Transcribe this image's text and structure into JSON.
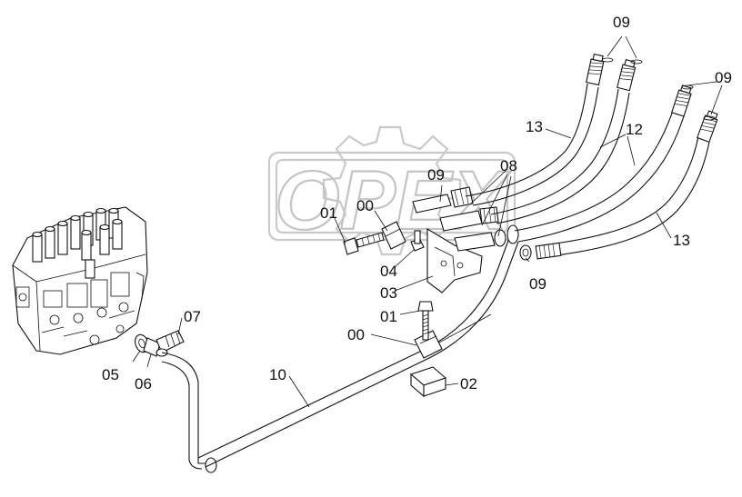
{
  "watermark": {
    "text": "OPEX"
  },
  "callouts": [
    {
      "id": "c-09-top",
      "text": "09"
    },
    {
      "id": "c-09-right",
      "text": "09"
    },
    {
      "id": "c-13-top",
      "text": "13"
    },
    {
      "id": "c-12",
      "text": "12"
    },
    {
      "id": "c-13-right",
      "text": "13"
    },
    {
      "id": "c-09-mid",
      "text": "09"
    },
    {
      "id": "c-08",
      "text": "08"
    },
    {
      "id": "c-00-upper",
      "text": "00"
    },
    {
      "id": "c-01-upper",
      "text": "01"
    },
    {
      "id": "c-04",
      "text": "04"
    },
    {
      "id": "c-03",
      "text": "03"
    },
    {
      "id": "c-09-lower",
      "text": "09"
    },
    {
      "id": "c-07",
      "text": "07"
    },
    {
      "id": "c-01-lower",
      "text": "01"
    },
    {
      "id": "c-00-lower",
      "text": "00"
    },
    {
      "id": "c-05",
      "text": "05"
    },
    {
      "id": "c-06",
      "text": "06"
    },
    {
      "id": "c-10",
      "text": "10"
    },
    {
      "id": "c-02",
      "text": "02"
    }
  ]
}
